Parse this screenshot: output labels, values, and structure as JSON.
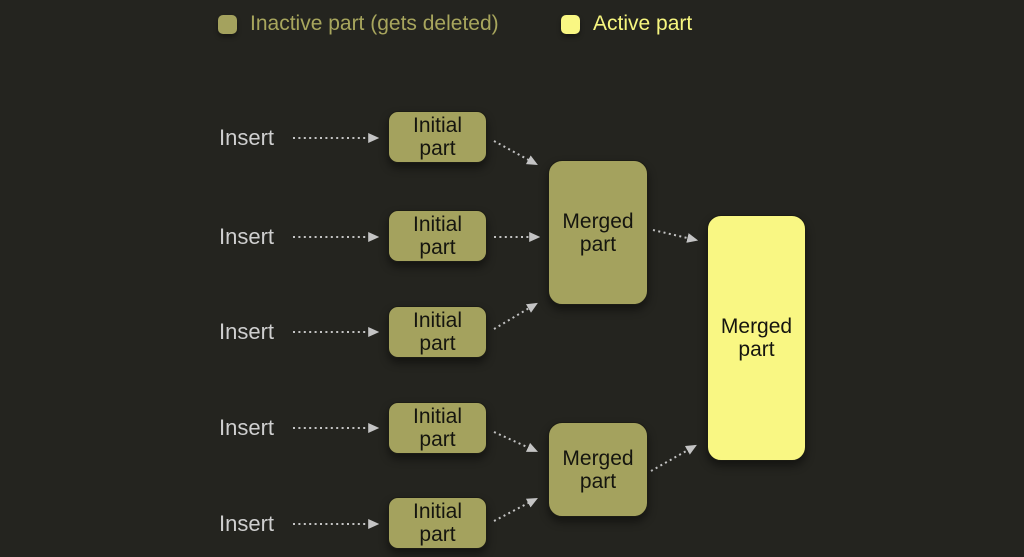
{
  "canvas": {
    "background": "#24241f"
  },
  "colors": {
    "background": "#24241f",
    "inactive_fill": "#a4a25e",
    "active_fill": "#f9f783",
    "box_text": "#15150f",
    "insert_text": "#cfcfcf",
    "arrow": "#c4c4c4",
    "legend_inactive_text": "#a8a65d",
    "legend_active_text": "#f7f67f"
  },
  "legend": {
    "inactive_label": "Inactive part (gets deleted)",
    "active_label": "Active part"
  },
  "inserts": [
    {
      "label": "Insert"
    },
    {
      "label": "Insert"
    },
    {
      "label": "Insert"
    },
    {
      "label": "Insert"
    },
    {
      "label": "Insert"
    }
  ],
  "parts": {
    "initial": [
      {
        "label": "Initial part"
      },
      {
        "label": "Initial part"
      },
      {
        "label": "Initial part"
      },
      {
        "label": "Initial part"
      },
      {
        "label": "Initial part"
      }
    ],
    "merged_top": {
      "label": "Merged part"
    },
    "merged_bottom": {
      "label": "Merged part"
    },
    "merged_final": {
      "label": "Merged part"
    }
  }
}
